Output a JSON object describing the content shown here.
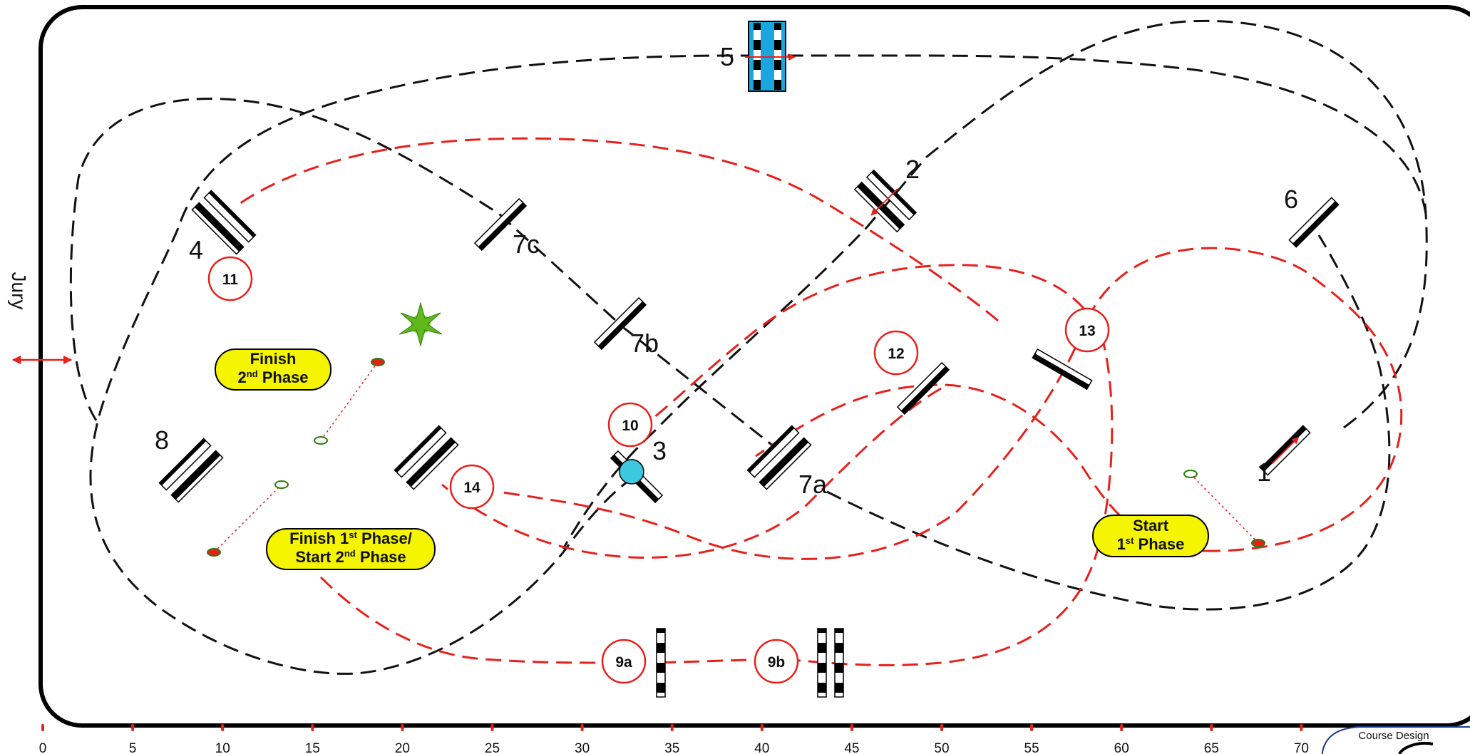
{
  "arena": {
    "jury_label": "Jury"
  },
  "course_design_label": "Course Design",
  "scale": {
    "ticks": [
      "0",
      "5",
      "10",
      "15",
      "20",
      "25",
      "30",
      "35",
      "40",
      "45",
      "50",
      "55",
      "60",
      "65",
      "70"
    ],
    "tick_color": "#e8201c"
  },
  "colors": {
    "path_phase1": "#111111",
    "path_phase2": "#e8201c",
    "box_fill": "#f5f500",
    "water_fill": "#1aa7e0",
    "marker_fill": "#3cc9e0"
  },
  "fence_labels": {
    "f1": "1",
    "f2": "2",
    "f3": "3",
    "f4": "4",
    "f5": "5",
    "f6": "6",
    "f7a": "7a",
    "f7b": "7b",
    "f7c": "7c",
    "f8": "8"
  },
  "phase2_numbers": {
    "n9a": "9a",
    "n9b": "9b",
    "n10": "10",
    "n11": "11",
    "n12": "12",
    "n13": "13",
    "n14": "14"
  },
  "boxes": {
    "finish2_line1": "Finish",
    "finish2_line2_num": "2",
    "finish2_line2_sup": "nd",
    "finish2_line2_word": "Phase",
    "finish1_line1_prefix": "Finish 1",
    "finish1_line1_sup": "st",
    "finish1_line1_suffix": "Phase/",
    "finish1_line2_prefix": "Start 2",
    "finish1_line2_sup": "nd",
    "finish1_line2_suffix": "Phase",
    "start1_line1": "Start",
    "start1_line2_num": "1",
    "start1_line2_sup": "st",
    "start1_line2_word": "Phase"
  },
  "icons": [
    "plant-icon",
    "direction-arrow-icon",
    "start-flag-icon",
    "finish-flag-icon"
  ]
}
